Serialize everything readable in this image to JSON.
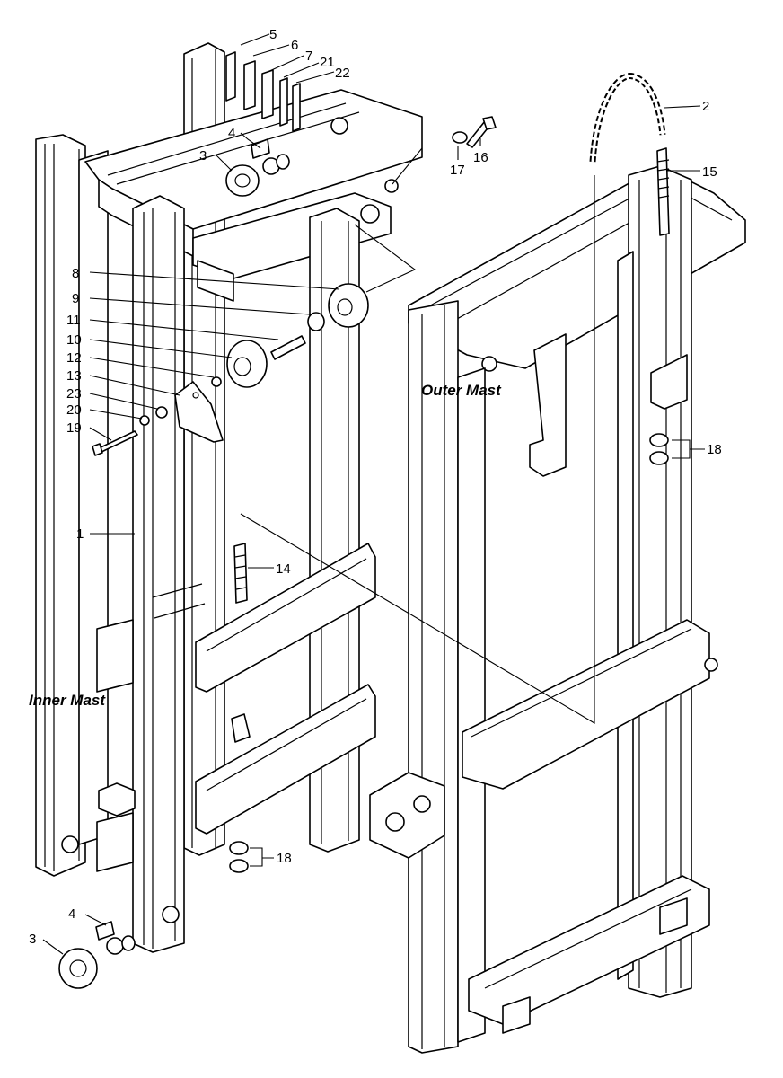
{
  "titles": {
    "outer_mast": "Outer Mast",
    "inner_mast": "Inner Mast"
  },
  "callouts": {
    "c1": "1",
    "c2": "2",
    "c3a": "3",
    "c3b": "3",
    "c4a": "4",
    "c4b": "4",
    "c5": "5",
    "c6": "6",
    "c7": "7",
    "c8": "8",
    "c9": "9",
    "c10": "10",
    "c11": "11",
    "c12": "12",
    "c13": "13",
    "c14": "14",
    "c15": "15",
    "c16": "16",
    "c17": "17",
    "c18a": "18",
    "c18b": "18",
    "c19": "19",
    "c20": "20",
    "c21": "21",
    "c22": "22",
    "c23": "23"
  }
}
